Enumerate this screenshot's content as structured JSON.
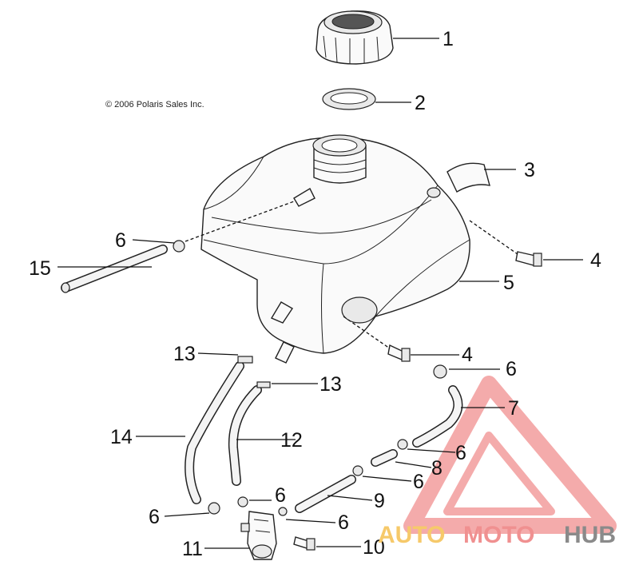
{
  "copyright": "© 2006 Polaris Sales Inc.",
  "watermark": {
    "part_auto": "AUTO",
    "part_moto": "MOTO",
    "part_hub": "HUB",
    "color_auto": "#f6c96a",
    "color_moto": "#f09090",
    "color_hub": "#8a8a8a",
    "triangle_color": "#f29c9c"
  },
  "callouts": [
    {
      "id": "c1",
      "label": "1"
    },
    {
      "id": "c2",
      "label": "2"
    },
    {
      "id": "c3",
      "label": "3"
    },
    {
      "id": "c4a",
      "label": "4"
    },
    {
      "id": "c5",
      "label": "5"
    },
    {
      "id": "c6a",
      "label": "6"
    },
    {
      "id": "c15",
      "label": "15"
    },
    {
      "id": "c13a",
      "label": "13"
    },
    {
      "id": "c4b",
      "label": "4"
    },
    {
      "id": "c6b",
      "label": "6"
    },
    {
      "id": "c13b",
      "label": "13"
    },
    {
      "id": "c7",
      "label": "7"
    },
    {
      "id": "c14",
      "label": "14"
    },
    {
      "id": "c12",
      "label": "12"
    },
    {
      "id": "c6c",
      "label": "6"
    },
    {
      "id": "c8",
      "label": "8"
    },
    {
      "id": "c6d",
      "label": "6"
    },
    {
      "id": "c9",
      "label": "9"
    },
    {
      "id": "c6e",
      "label": "6"
    },
    {
      "id": "c6f",
      "label": "6"
    },
    {
      "id": "c6g",
      "label": "6"
    },
    {
      "id": "c11",
      "label": "11"
    },
    {
      "id": "c10",
      "label": "10"
    }
  ]
}
